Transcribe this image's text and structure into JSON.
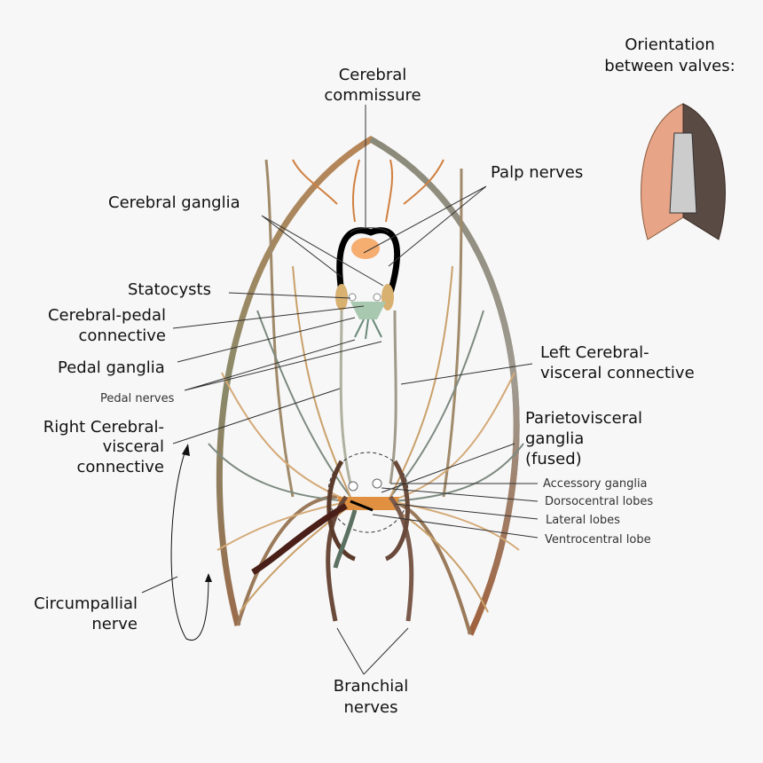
{
  "labels": {
    "orientation": [
      "Orientation",
      "between valves:"
    ],
    "cerebral_commissure": [
      "Cerebral",
      "commissure"
    ],
    "palp_nerves": "Palp nerves",
    "cerebral_ganglia": "Cerebral ganglia",
    "statocysts": "Statocysts",
    "cerebral_pedal": [
      "Cerebral-pedal",
      "connective"
    ],
    "pedal_ganglia": "Pedal ganglia",
    "pedal_nerves": "Pedal nerves",
    "right_cv": [
      "Right Cerebral-",
      "visceral",
      "connective"
    ],
    "left_cv": [
      "Left Cerebral-",
      "visceral connective"
    ],
    "parietovisceral": [
      "Parietovisceral",
      "ganglia",
      "(fused)"
    ],
    "accessory": "Accessory ganglia",
    "dorsocentral": "Dorsocentral lobes",
    "lateral": "Lateral lobes",
    "ventrocentral": "Ventrocentral lobe",
    "circumpallial": [
      "Circumpallial",
      "nerve"
    ],
    "branchial": [
      "Branchial",
      "nerves"
    ]
  },
  "colors": {
    "background": "#f7f7f7",
    "nerve_tan": "#c9a06a",
    "nerve_gray": "#7d8a80",
    "nerve_brown": "#8a5a3c",
    "dark_nerve": "#4a1f18",
    "ganglion_orange": "#f4a460",
    "shell_pink": "#e7a487"
  }
}
